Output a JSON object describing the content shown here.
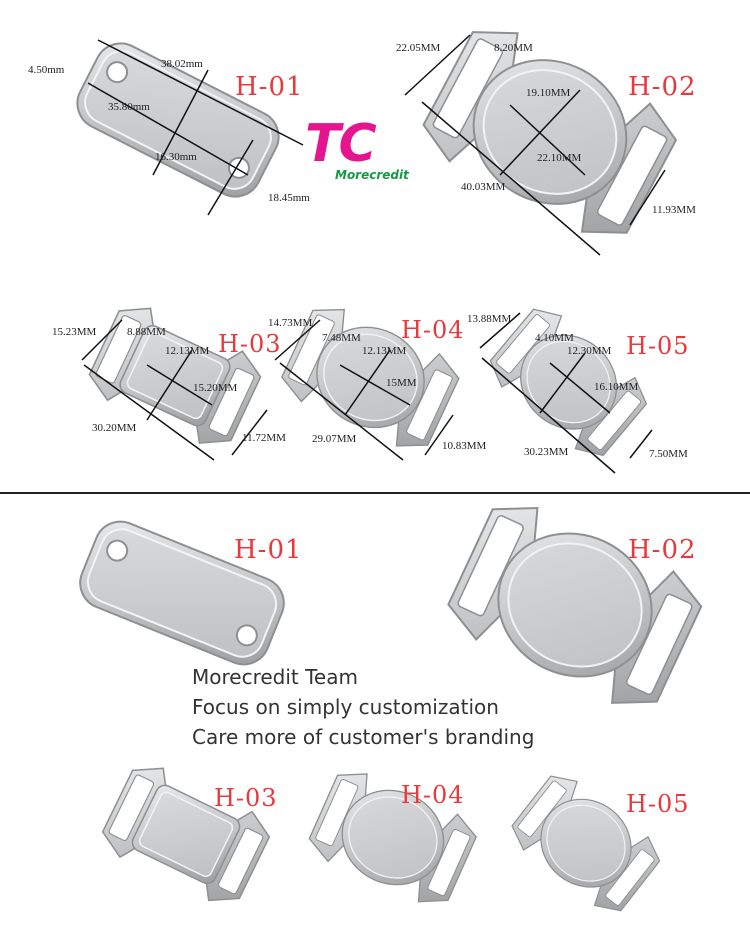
{
  "logo": {
    "mark": "TC",
    "wordmark": "Morecredit"
  },
  "top_models": {
    "h01": {
      "label": "H-01",
      "dims": [
        "4.50mm",
        "38.02mm",
        "35.80mm",
        "16.30mm",
        "18.45mm"
      ]
    },
    "h02": {
      "label": "H-02",
      "dims": [
        "22.05MM",
        "8.20MM",
        "19.10MM",
        "22.10MM",
        "40.03MM",
        "11.93MM"
      ]
    },
    "h03": {
      "label": "H-03",
      "dims": [
        "15.23MM",
        "8.88MM",
        "12.13MM",
        "15.20MM",
        "30.20MM",
        "11.72MM"
      ]
    },
    "h04": {
      "label": "H-04",
      "dims": [
        "14.73MM",
        "7.48MM",
        "12.13MM",
        "15MM",
        "29.07MM",
        "10.83MM"
      ]
    },
    "h05": {
      "label": "H-05",
      "dims": [
        "13.88MM",
        "4.10MM",
        "12.30MM",
        "16.10MM",
        "30.23MM",
        "7.50MM"
      ]
    }
  },
  "bottom_models": [
    "H-01",
    "H-02",
    "H-03",
    "H-04",
    "H-05"
  ],
  "slogan": [
    "Morecredit Team",
    "Focus on simply customization",
    "Care more of customer's branding"
  ],
  "colors": {
    "label": "#e8393d",
    "logo_magenta": "#e5158f",
    "logo_green": "#139a43",
    "metal": "#c9cacb"
  }
}
